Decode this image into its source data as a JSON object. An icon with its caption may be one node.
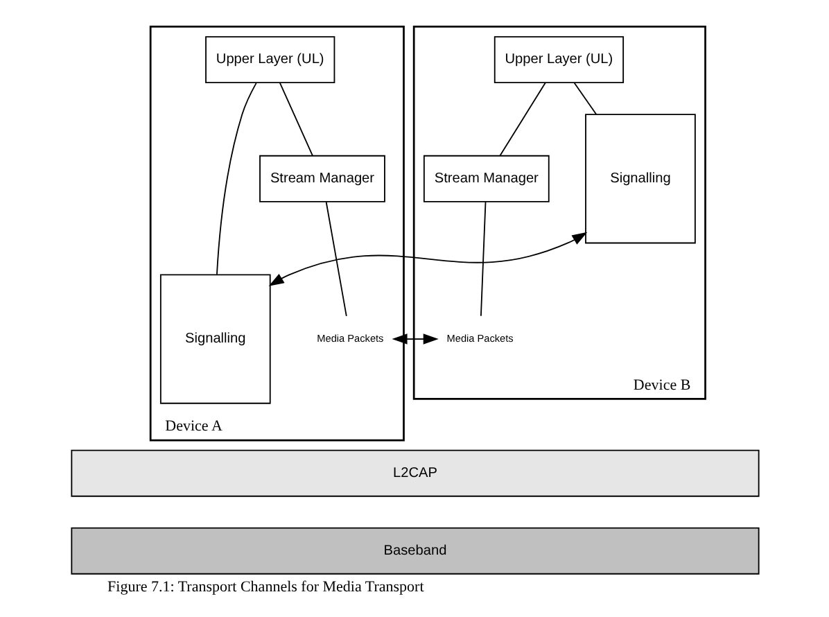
{
  "diagram": {
    "caption": "Figure 7.1: Transport Channels for Media Transport",
    "nodes": [
      {
        "text": [
          "Device A"
        ]
      },
      {
        "text": [
          "Upper Layer (UL)"
        ],
        "in": 0
      },
      {
        "text": [
          "Signalling"
        ],
        "in": 0
      },
      {
        "text": [
          "Stream Manager"
        ],
        "in": 0
      },
      {
        "text": [
          "Media Packets"
        ],
        "in": 0
      },
      {
        "text": [
          "Device B"
        ]
      },
      {
        "text": [
          "Upper Layer (UL)"
        ],
        "in": 5
      },
      {
        "text": [
          "Stream Manager"
        ],
        "in": 5
      },
      {
        "text": [
          "Media Packets"
        ],
        "in": 5
      },
      {
        "text": [
          "Signalling"
        ],
        "in": 5
      },
      {
        "text": [
          "L2CAP"
        ]
      },
      {
        "text": [
          "Baseband"
        ]
      }
    ],
    "edges": [
      {
        "from": 1,
        "to": 2,
        "arrow": "none"
      },
      {
        "from": 1,
        "to": 3,
        "arrow": "none"
      },
      {
        "from": 3,
        "to": 4,
        "arrow": "none"
      },
      {
        "from": 6,
        "to": 7,
        "arrow": "none"
      },
      {
        "from": 6,
        "to": 9,
        "arrow": "none"
      },
      {
        "from": 7,
        "to": 8,
        "arrow": "none"
      },
      {
        "from": 4,
        "to": 8,
        "arrow": "both"
      },
      {
        "from": 2,
        "to": 9,
        "arrow": "both"
      }
    ]
  }
}
